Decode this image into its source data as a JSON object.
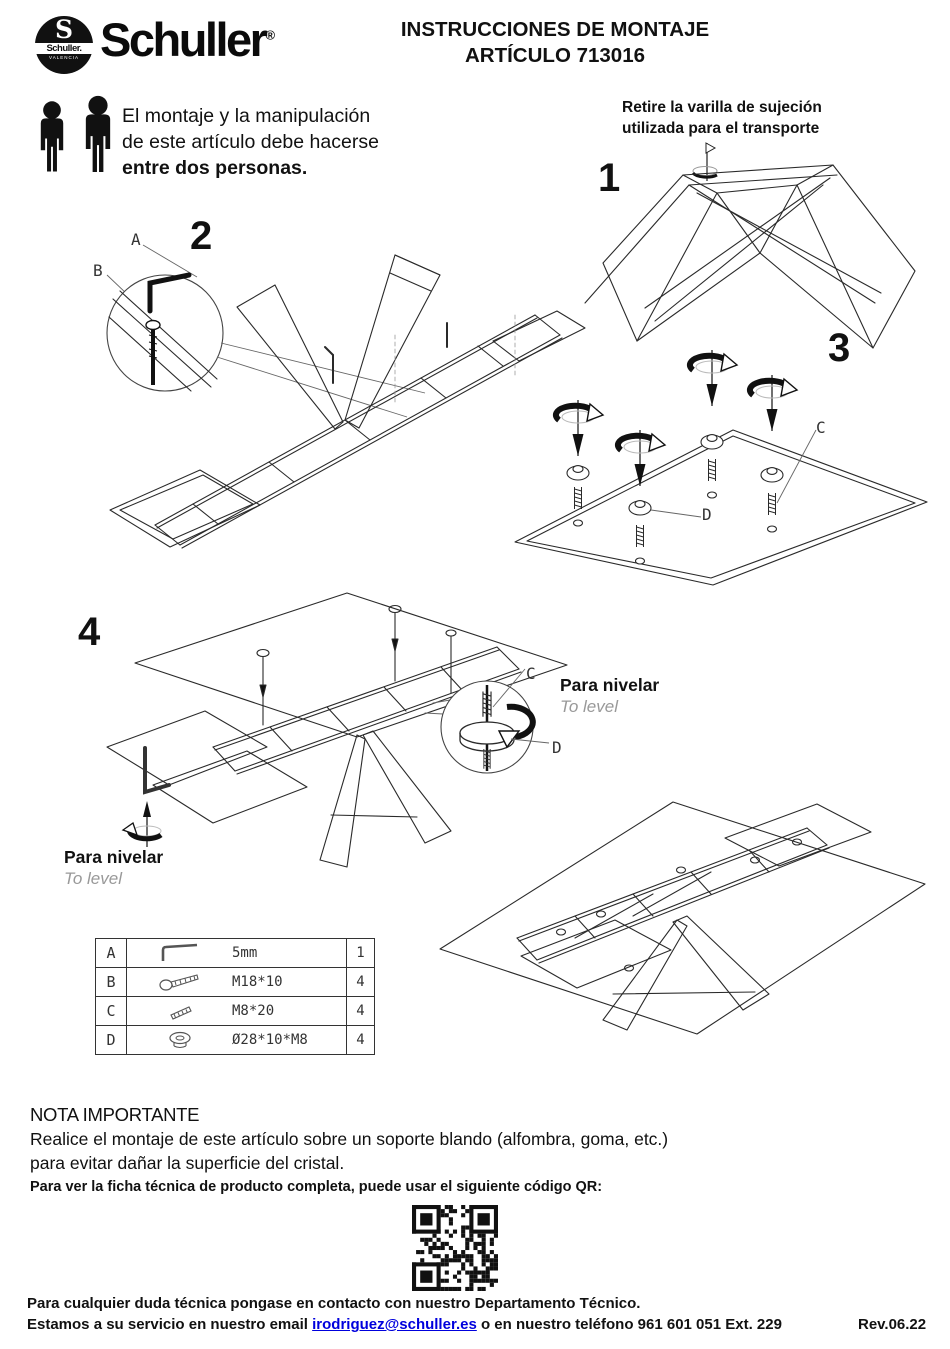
{
  "header": {
    "brand_wordmark": "Schuller",
    "brand_reg": "®",
    "logo_badge_s": "S",
    "logo_badge_name": "Schuller.",
    "logo_badge_sub": "VALENCIA",
    "title_line1": "INSTRUCCIONES DE MONTAJE",
    "title_line2": "ARTÍCULO  713016"
  },
  "two_person_notice": {
    "line1": "El montaje y la manipulación",
    "line2": "de este artículo debe hacerse",
    "line3": "entre dos personas."
  },
  "steps": [
    {
      "number": "1",
      "note_line1": "Retire la varilla de sujeción",
      "note_line2": "utilizada para el transporte"
    },
    {
      "number": "2"
    },
    {
      "number": "3"
    },
    {
      "number": "4"
    }
  ],
  "diagram_labels": {
    "a": "A",
    "b": "B",
    "c": "C",
    "d": "D"
  },
  "level_note": {
    "es": "Para nivelar",
    "en": "To level"
  },
  "parts_table": {
    "rows": [
      {
        "id": "A",
        "icon": "allen-key",
        "size": "5mm",
        "qty": "1"
      },
      {
        "id": "B",
        "icon": "screw",
        "size": "M18*10",
        "qty": "4"
      },
      {
        "id": "C",
        "icon": "stud",
        "size": "M8*20",
        "qty": "4"
      },
      {
        "id": "D",
        "icon": "foot",
        "size": "Ø28*10*M8",
        "qty": "4"
      }
    ]
  },
  "important_note": {
    "title": "NOTA IMPORTANTE",
    "line1": "Realice el montaje de este artículo sobre un soporte blando (alfombra, goma, etc.)",
    "line2": "para evitar dañar la superficie del cristal.",
    "qr_line": "Para ver la ficha técnica de producto completa, puede usar el siguiente código QR:"
  },
  "footer": {
    "line1": "Para cualquier duda técnica pongase en contacto con nuestro Departamento Técnico.",
    "line2_prefix": "Estamos a su servicio en nuestro email ",
    "email": "irodriguez@schuller.es",
    "line2_suffix": " o en nuestro teléfono 961 601 051  Ext. 229",
    "revision": "Rev.06.22"
  },
  "colors": {
    "ink": "#111111",
    "link_blue": "#0000dd",
    "muted_gray": "#999999"
  }
}
